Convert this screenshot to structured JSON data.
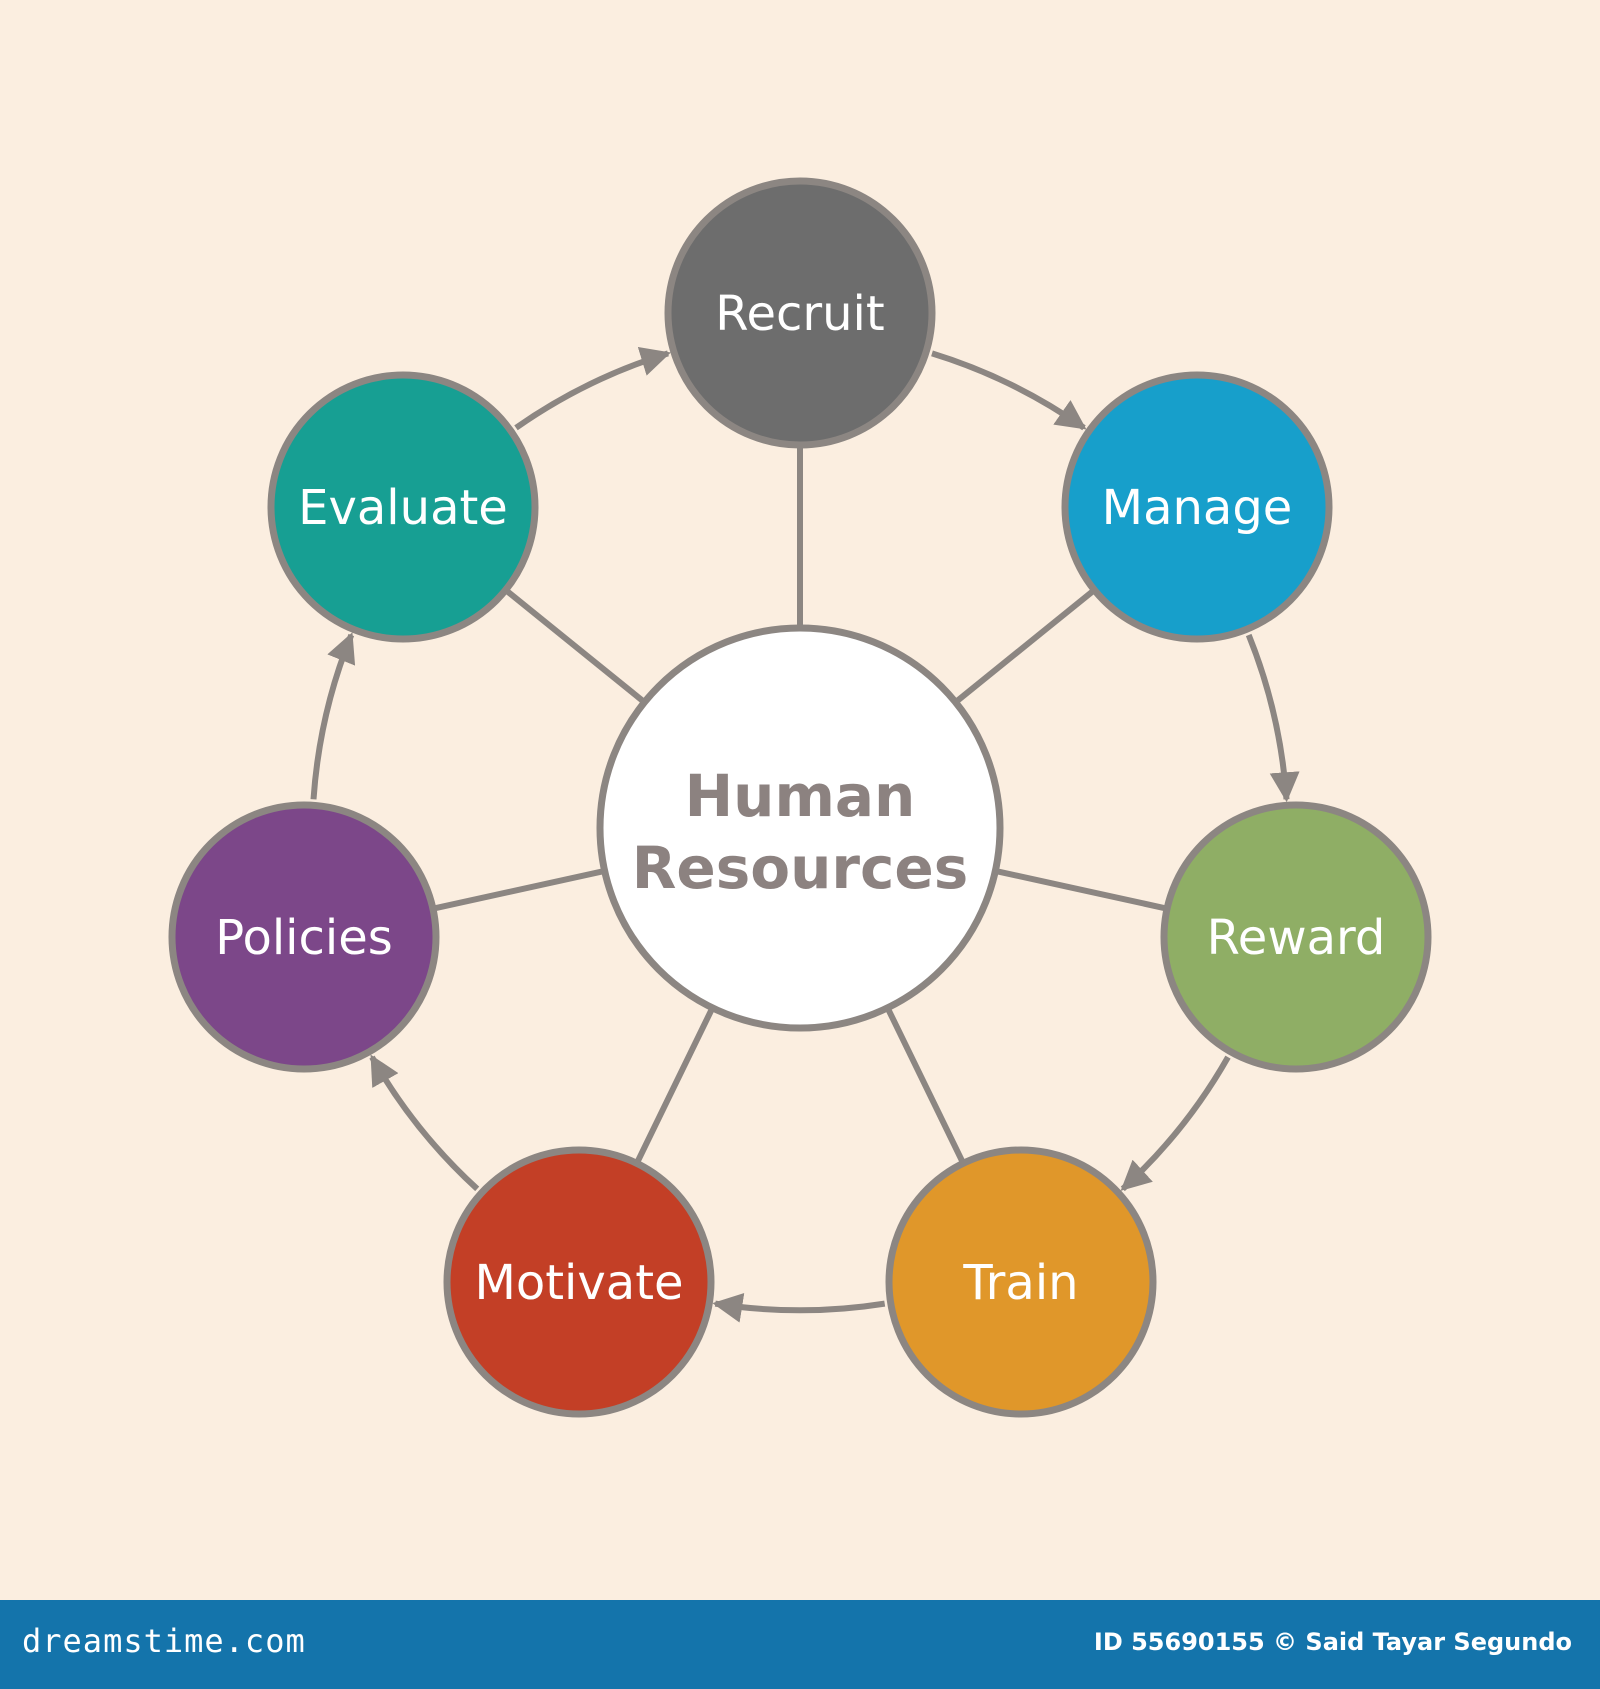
{
  "diagram": {
    "center": "Human Resources",
    "center_lines": [
      "Human",
      "Resources"
    ],
    "nodes": [
      {
        "label": "Recruit",
        "color": "#6d6d6d"
      },
      {
        "label": "Manage",
        "color": "#179fcb"
      },
      {
        "label": "Reward",
        "color": "#8fae65"
      },
      {
        "label": "Train",
        "color": "#e0972a"
      },
      {
        "label": "Motivate",
        "color": "#c33f26"
      },
      {
        "label": "Policies",
        "color": "#7c4789"
      },
      {
        "label": "Evaluate",
        "color": "#179f93"
      }
    ],
    "cycle": [
      "Recruit",
      "Manage",
      "Reward",
      "Train",
      "Motivate",
      "Policies",
      "Evaluate",
      "Recruit"
    ],
    "edge_color": "#8c8682",
    "border_color": "#8c8682",
    "background": "#fbeee0"
  },
  "footer": {
    "brand": "dreamstime.com",
    "credit": "ID 55690155 © Said Tayar Segundo",
    "background": "#1474ab"
  }
}
